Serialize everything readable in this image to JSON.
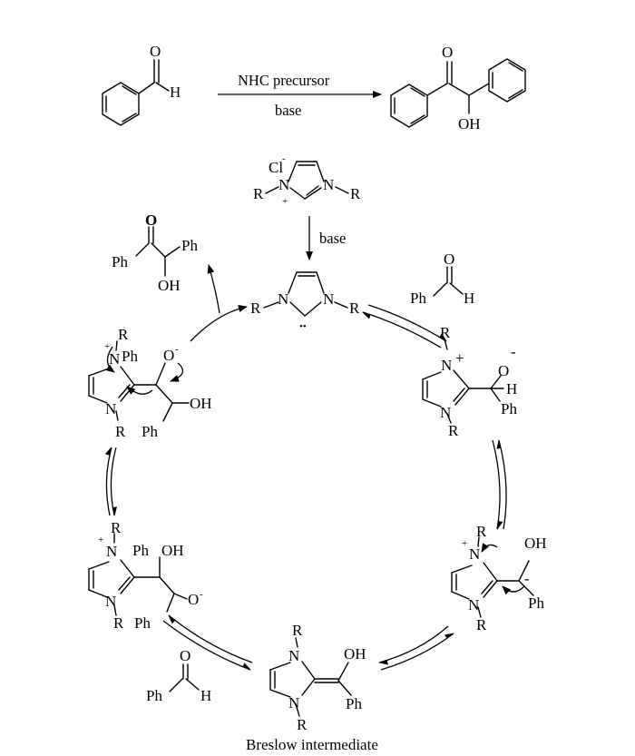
{
  "top_reaction": {
    "reagent_above": "NHC precursor",
    "reagent_below": "base",
    "aldehyde": {
      "O": "O",
      "H": "H"
    },
    "product": {
      "O": "O",
      "OH": "OH"
    }
  },
  "precursor": {
    "counterion": "Cl",
    "charge_minus": "-",
    "R_left": "R",
    "N1": "N",
    "plus": "+",
    "N2": "N",
    "R_right": "R"
  },
  "base_arrow_label": "base",
  "carbene": {
    "R_left": "R",
    "N1": "N",
    "N2": "N",
    "R_right": "R",
    "lone_pair": "••"
  },
  "benzaldehyde_right": {
    "O": "O",
    "Ph": "Ph",
    "H": "H"
  },
  "benzaldehyde_bottom": {
    "O": "O",
    "Ph": "Ph",
    "H": "H"
  },
  "product_cycle": {
    "O": "O",
    "Ph_left": "Ph",
    "Ph_right": "Ph",
    "OH": "OH"
  },
  "adduct_right": {
    "R_top": "R",
    "N_top": "N",
    "plus": "+",
    "O": "O",
    "minus": "-",
    "H": "H",
    "Ph": "Ph",
    "N_bot": "N",
    "R_bot": "R"
  },
  "zwitterion_right_lower": {
    "R_top": "R",
    "N_top": "N",
    "plus": "+",
    "OH": "OH",
    "minus": "-",
    "Ph": "Ph",
    "N_bot": "N",
    "R_bot": "R"
  },
  "breslow": {
    "R_top": "R",
    "N_top": "N",
    "OH": "OH",
    "Ph": "Ph",
    "N_bot": "N",
    "R_bot": "R",
    "caption": "Breslow intermediate"
  },
  "alkoxide_left_lower": {
    "R_top": "R",
    "N_top": "N",
    "plus": "+",
    "Ph_top": "Ph",
    "OH": "OH",
    "O": "O",
    "minus": "-",
    "Ph_bot": "Ph",
    "N_bot": "N",
    "R_bot": "R"
  },
  "tetrahedral_left_upper": {
    "R_top": "R",
    "N_top": "N",
    "plus": "+",
    "Ph_top": "Ph",
    "O": "O",
    "minus": "-",
    "OH": "OH",
    "Ph_bot": "Ph",
    "N_bot": "N",
    "R_bot": "R"
  }
}
